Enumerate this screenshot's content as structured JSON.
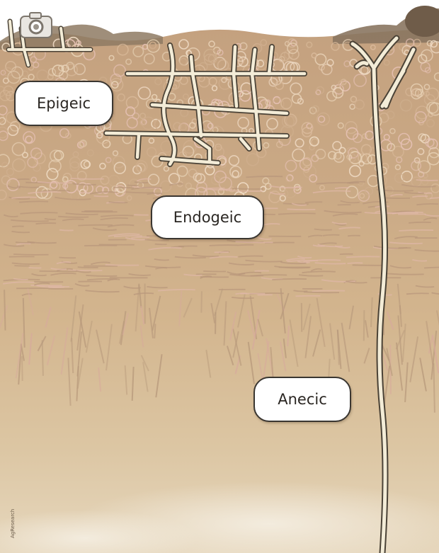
{
  "labels": {
    "epigeic": "Epigeic",
    "endogeic": "Endogeic",
    "anecic": "Anecic"
  },
  "credit": "AgResearch",
  "colors": {
    "sky": "#ffffff",
    "topsoil": "#c9a887",
    "midsoil": "#d0b189",
    "subsoil": "#d9c29f",
    "burrow_fill": "#f3ecd7",
    "burrow_edge": "#4a4236"
  },
  "icons": {
    "camera": "camera-icon"
  }
}
